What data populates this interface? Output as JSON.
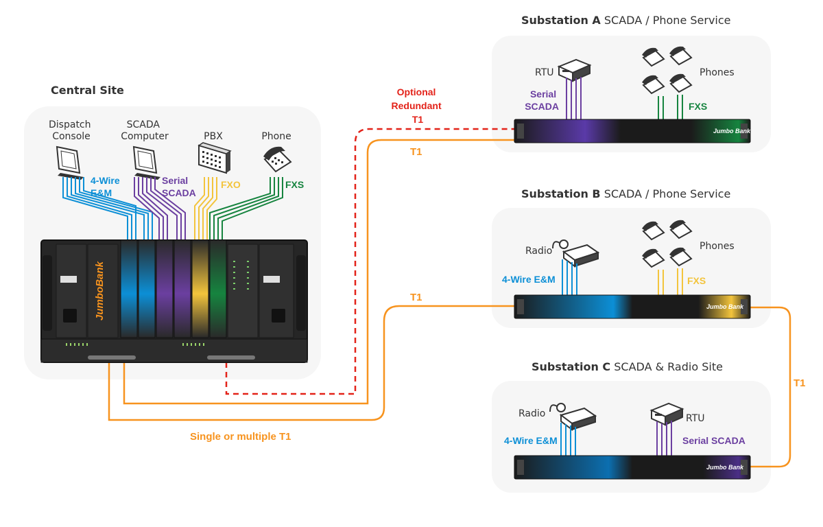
{
  "colors": {
    "t1": "#f7931e",
    "redundant": "#e32219",
    "em": "#0c8fd6",
    "scada": "#6b3fa0",
    "fxo": "#f3c43c",
    "fxs": "#16843f",
    "panel": "#f6f6f6",
    "chassis": "#2a2a2a"
  },
  "central": {
    "title": "Central Site",
    "devices": {
      "dispatch": [
        "Dispatch",
        "Console"
      ],
      "scada": [
        "SCADA",
        "Computer"
      ],
      "pbx": "PBX",
      "phone": "Phone"
    },
    "signals": {
      "em": [
        "4-Wire",
        "E&M"
      ],
      "scada": [
        "Serial",
        "SCADA"
      ],
      "fxo": "FXO",
      "fxs": "FXS"
    },
    "chassis_brand": "JumboBank"
  },
  "links": {
    "optional": [
      "Optional",
      "Redundant",
      "T1"
    ],
    "t1": "T1",
    "single_multiple": "Single or multiple T1"
  },
  "substation_a": {
    "title_bold": "Substation A",
    "title_rest": " SCADA / Phone Service",
    "rtu": "RTU",
    "phones": "Phones",
    "serial": [
      "Serial",
      "SCADA"
    ],
    "fxs": "FXS",
    "brand": "Jumbo Bank"
  },
  "substation_b": {
    "title_bold": "Substation B",
    "title_rest": " SCADA / Phone Service",
    "radio": "Radio",
    "phones": "Phones",
    "em": "4-Wire E&M",
    "fxs": "FXS",
    "brand": "Jumbo Bank"
  },
  "substation_c": {
    "title_bold": "Substation C",
    "title_rest": " SCADA & Radio Site",
    "radio": "Radio",
    "rtu": "RTU",
    "em": "4-Wire E&M",
    "serial": "Serial SCADA",
    "brand": "Jumbo Bank"
  }
}
